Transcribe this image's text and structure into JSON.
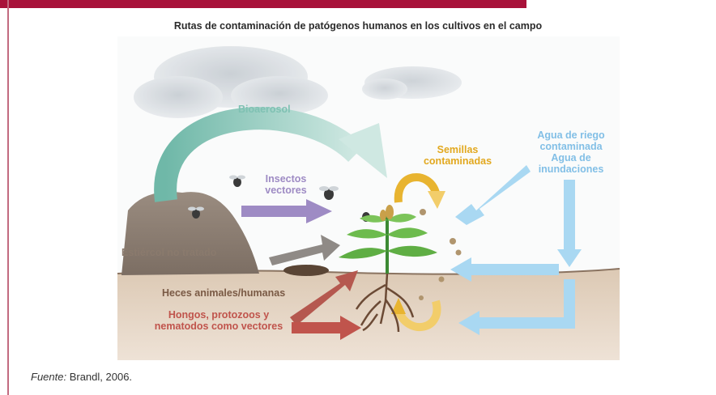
{
  "title": "Rutas de contaminación de patógenos humanos en los cultivos en el campo",
  "labels": {
    "bioaerosol": "Bioaerosol",
    "insectos_line1": "Insectos",
    "insectos_line2": "vectores",
    "semillas_line1": "Semillas",
    "semillas_line2": "contaminadas",
    "agua_line1": "Agua de riego",
    "agua_line2": "contaminada",
    "agua_line3": "Agua de",
    "agua_line4": "inundaciones",
    "estiercol": "Estiércol no tratado",
    "heces": "Heces animales/humanas",
    "hongos_line1": "Hongos, protozoos y",
    "hongos_line2": "nematodos como vectores"
  },
  "source": {
    "label": "Fuente:",
    "text": " Brandl, 2006."
  },
  "colors": {
    "banner": "#a8123a",
    "bioaerosol": "#8ec9bc",
    "insectos": "#9e8bc4",
    "semillas": "#e8b430",
    "agua": "#9fd1ef",
    "estiercol": "#8a7a6d",
    "heces": "#7a5a45",
    "hongos": "#c0544c"
  }
}
